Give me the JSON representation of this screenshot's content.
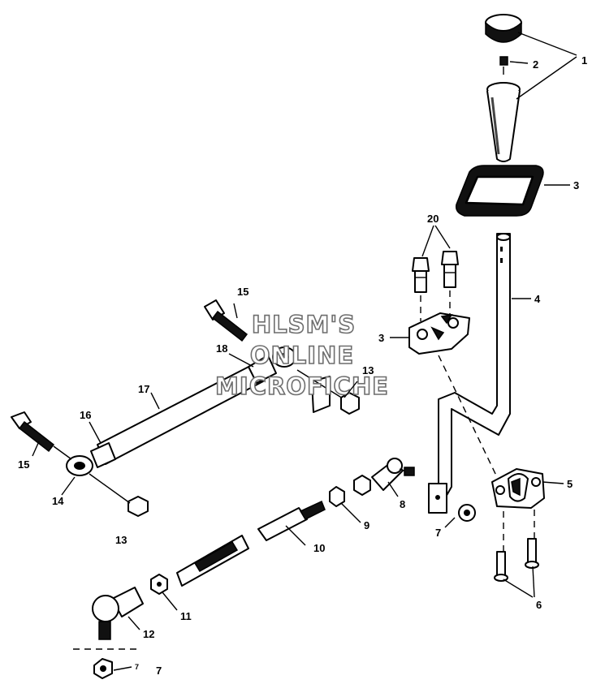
{
  "watermark": {
    "line1": "HLSM'S",
    "line2": "ONLINE",
    "line3": "MICROFICHE"
  },
  "callouts": {
    "c1": "1",
    "c2": "2",
    "c3a": "3",
    "c3b": "3",
    "c4": "4",
    "c5": "5",
    "c6": "6",
    "c7a": "7",
    "c7b": "7",
    "c7c": "7",
    "c8": "8",
    "c9": "9",
    "c10": "10",
    "c11": "11",
    "c12": "12",
    "c13a": "13",
    "c13b": "13",
    "c14": "14",
    "c15a": "15",
    "c15b": "15",
    "c16": "16",
    "c17": "17",
    "c18": "18",
    "c20": "20"
  }
}
